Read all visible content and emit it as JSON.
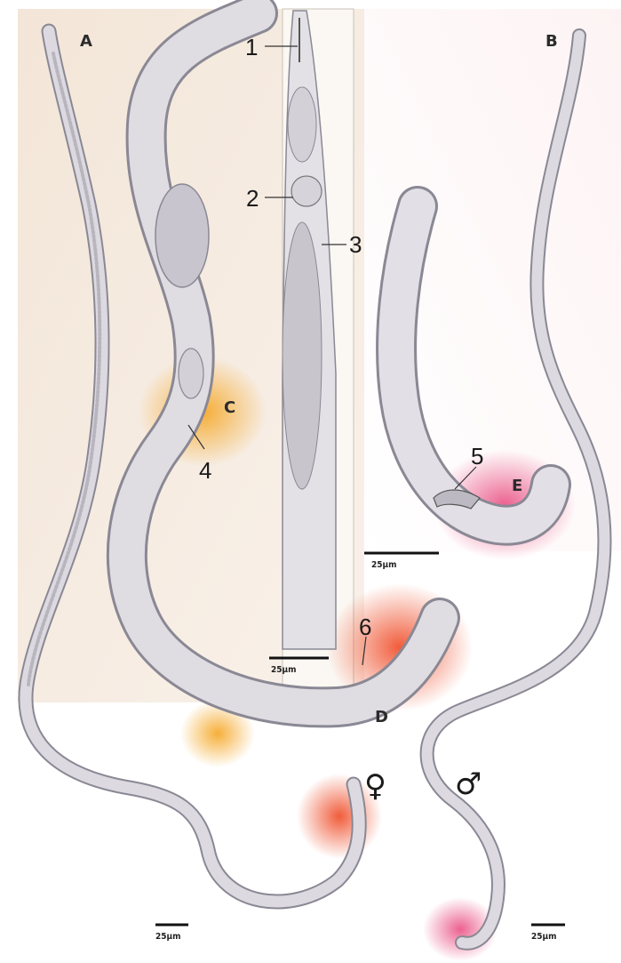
{
  "panels": {
    "a": "A",
    "b": "B",
    "c": "C",
    "d": "D",
    "e": "E"
  },
  "callouts": {
    "n1": "1",
    "n2": "2",
    "n3": "3",
    "n4": "4",
    "n5": "5",
    "n6": "6"
  },
  "scale_bars": {
    "inset_head": "25μm",
    "inset_male_tail": "25μm",
    "female_whole": "25μm",
    "male_whole": "25μm"
  },
  "sex_symbols": {
    "female": "♀",
    "male": "♂"
  },
  "colors": {
    "background_panel": "#f6ece2",
    "worm_body": "#d8d6dc",
    "worm_outline": "#8a8894",
    "highlight_vulva": "#f5a623",
    "highlight_female_tail": "#ef4a25",
    "highlight_male_tail": "#e8467c"
  }
}
